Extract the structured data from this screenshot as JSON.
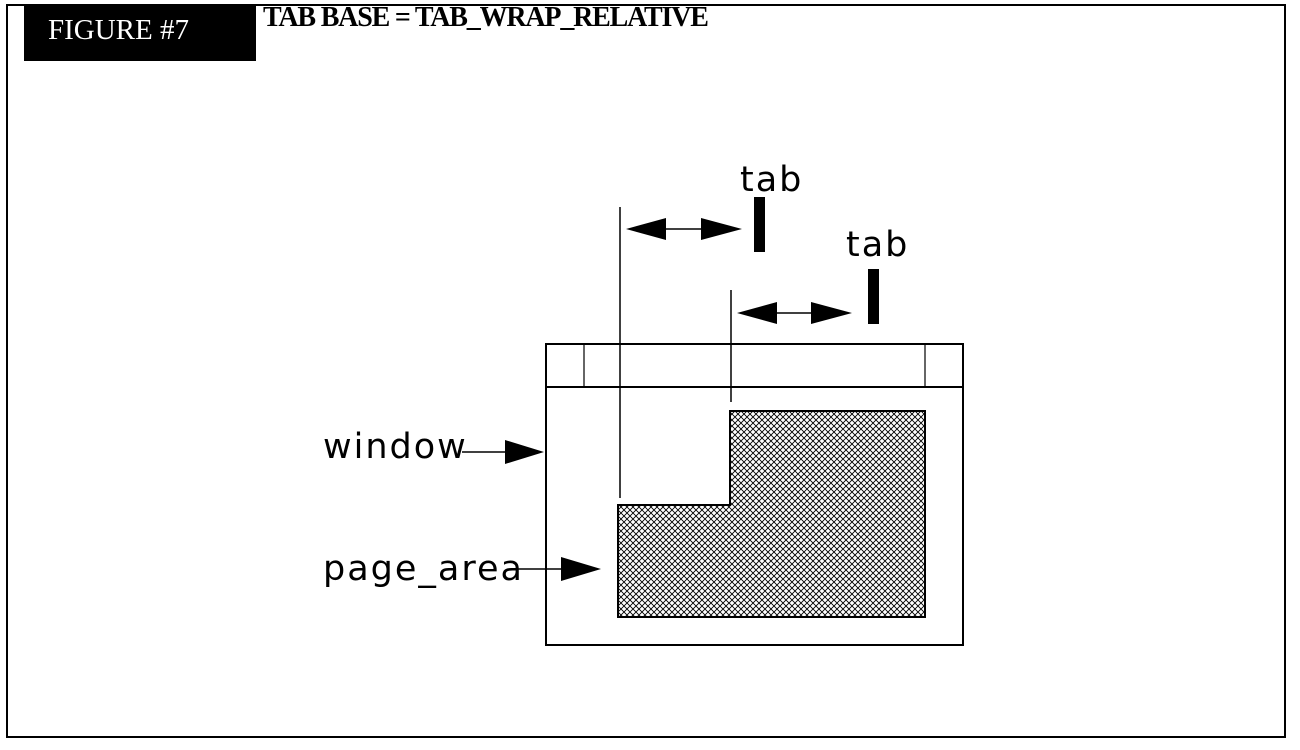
{
  "header": {
    "figure_label": "FIGURE #7",
    "title": "TAB BASE = TAB_WRAP_RELATIVE"
  },
  "diagram": {
    "labels": {
      "tab_upper": "tab",
      "tab_lower": "tab",
      "window": "window",
      "page_area": "page_area"
    }
  },
  "colors": {
    "ink": "#000000",
    "badge_text": "#ffffff"
  }
}
